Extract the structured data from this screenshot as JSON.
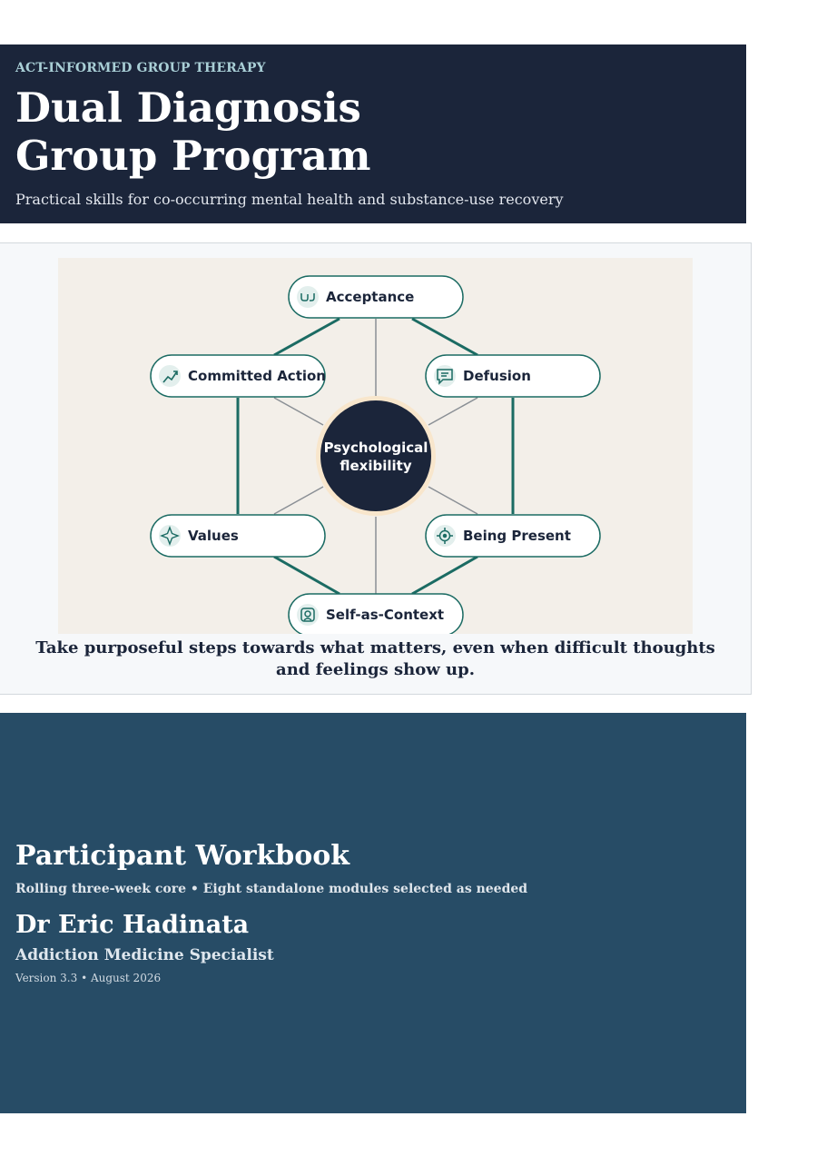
{
  "header": {
    "kicker": "ACT-INFORMED GROUP THERAPY",
    "title_line1": "Dual Diagnosis",
    "title_line2": "Group Program",
    "subtitle": "Practical skills for co-occurring mental health and substance-use recovery"
  },
  "diagram": {
    "center_line1": "Psychological",
    "center_line2": "flexibility",
    "nodes": [
      {
        "label": "Acceptance",
        "icon": "hands-icon"
      },
      {
        "label": "Committed Action",
        "icon": "trending-up-icon"
      },
      {
        "label": "Defusion",
        "icon": "speech-bubble-icon"
      },
      {
        "label": "Values",
        "icon": "compass-star-icon"
      },
      {
        "label": "Being Present",
        "icon": "target-icon"
      },
      {
        "label": "Self-as-Context",
        "icon": "self-frame-icon"
      }
    ],
    "colors": {
      "accent": "#1b6b63",
      "center": "#1b253a",
      "background": "#f3efe9"
    }
  },
  "caption": "Take purposeful steps towards what matters, even when difficult thoughts and feelings show up.",
  "cover": {
    "title": "Participant Workbook",
    "subtitle": "Rolling three-week core • Eight standalone modules selected as needed",
    "author": "Dr Eric Hadinata",
    "role": "Addiction Medicine Specialist",
    "version": "Version 3.3  •  August 2026"
  },
  "colors": {
    "header_bg": "#1b253a",
    "cover_bg": "#274c66",
    "kicker": "#a9cfd6"
  }
}
